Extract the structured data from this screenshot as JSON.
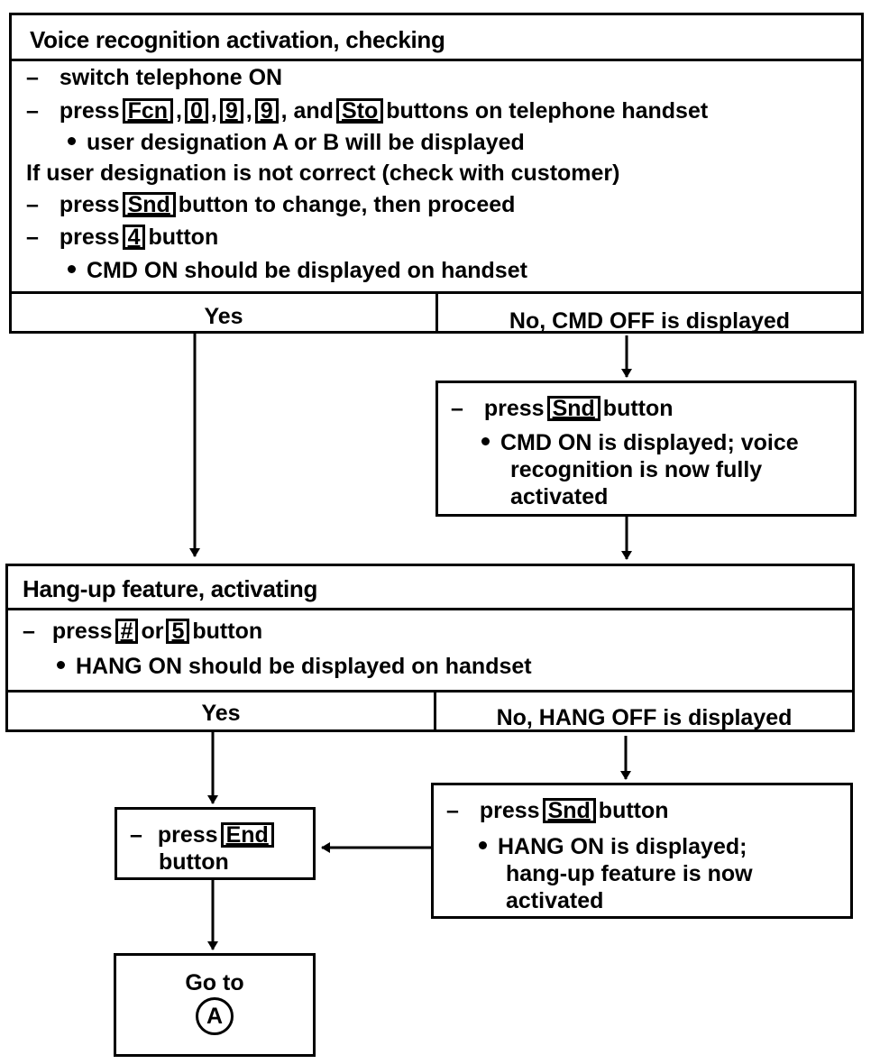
{
  "box1": {
    "title": "Voice recognition activation, checking",
    "steps": [
      {
        "prefix": "–",
        "text": "switch telephone ON"
      },
      {
        "prefix": "–",
        "text_before": "press",
        "keys": [
          "Fcn",
          "0",
          "9",
          "9",
          "Sto"
        ],
        "sep1": ",",
        "sep2": ",",
        "sep3": ",",
        "and": ", and",
        "text_after": "buttons on telephone handset"
      },
      {
        "bullet": true,
        "text": "user designation A or B will be displayed"
      },
      {
        "plain": true,
        "text": "If user designation is not correct (check with customer)"
      },
      {
        "prefix": "–",
        "text_before": "press",
        "key": "Snd",
        "text_after": "button to change, then proceed"
      },
      {
        "prefix": "–",
        "text_before": "press",
        "key": "4",
        "text_after": "button"
      },
      {
        "bullet": true,
        "text": "CMD ON should be displayed on handset"
      }
    ],
    "yes": "Yes",
    "no": "No, CMD OFF is displayed"
  },
  "box2": {
    "prefix": "–",
    "text_before": "press",
    "key": "Snd",
    "text_after": "button",
    "bullet_lines": [
      "CMD ON is displayed; voice",
      "recognition is now fully",
      "activated"
    ]
  },
  "box3": {
    "title": "Hang-up feature, activating",
    "prefix": "–",
    "text_before": "press",
    "key1": "#",
    "or": "or",
    "key2": "5",
    "text_after": "button",
    "bullet": "HANG ON should be displayed on handset",
    "yes": "Yes",
    "no": "No, HANG OFF is displayed"
  },
  "box4": {
    "prefix": "–",
    "text_before": "press",
    "key": "End",
    "line2": "button"
  },
  "box5": {
    "prefix": "–",
    "text_before": "press",
    "key": "Snd",
    "text_after": "button",
    "bullet_lines": [
      "HANG ON is displayed;",
      "hang-up feature is now",
      "activated"
    ]
  },
  "box6": {
    "line1": "Go to",
    "circle": "A"
  }
}
